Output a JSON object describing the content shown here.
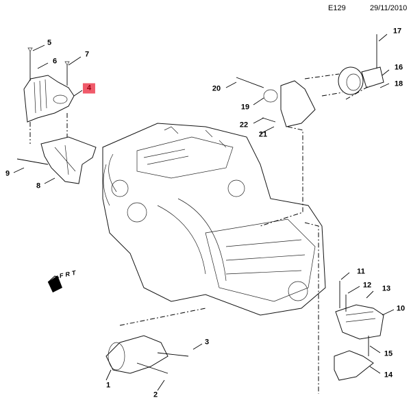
{
  "header": {
    "diagram_code": "E129",
    "date": "29/11/2010"
  },
  "highlight_color": "#f05a6a",
  "callouts": [
    {
      "id": "1",
      "label": "1",
      "highlighted": false
    },
    {
      "id": "2",
      "label": "2",
      "highlighted": false
    },
    {
      "id": "3",
      "label": "3",
      "highlighted": false
    },
    {
      "id": "4",
      "label": "4",
      "highlighted": true
    },
    {
      "id": "5",
      "label": "5",
      "highlighted": false
    },
    {
      "id": "6",
      "label": "6",
      "highlighted": false
    },
    {
      "id": "7",
      "label": "7",
      "highlighted": false
    },
    {
      "id": "8",
      "label": "8",
      "highlighted": false
    },
    {
      "id": "9",
      "label": "9",
      "highlighted": false
    },
    {
      "id": "10",
      "label": "10",
      "highlighted": false
    },
    {
      "id": "11",
      "label": "11",
      "highlighted": false
    },
    {
      "id": "12",
      "label": "12",
      "highlighted": false
    },
    {
      "id": "13",
      "label": "13",
      "highlighted": false
    },
    {
      "id": "14",
      "label": "14",
      "highlighted": false
    },
    {
      "id": "15",
      "label": "15",
      "highlighted": false
    },
    {
      "id": "16",
      "label": "16",
      "highlighted": false
    },
    {
      "id": "17",
      "label": "17",
      "highlighted": false
    },
    {
      "id": "18",
      "label": "18",
      "highlighted": false
    },
    {
      "id": "19",
      "label": "19",
      "highlighted": false
    },
    {
      "id": "20",
      "label": "20",
      "highlighted": false
    },
    {
      "id": "21",
      "label": "21",
      "highlighted": false
    },
    {
      "id": "22",
      "label": "22",
      "highlighted": false
    }
  ],
  "direction_marker": {
    "icon": "front-direction-arrow-icon",
    "text": "FRT"
  }
}
